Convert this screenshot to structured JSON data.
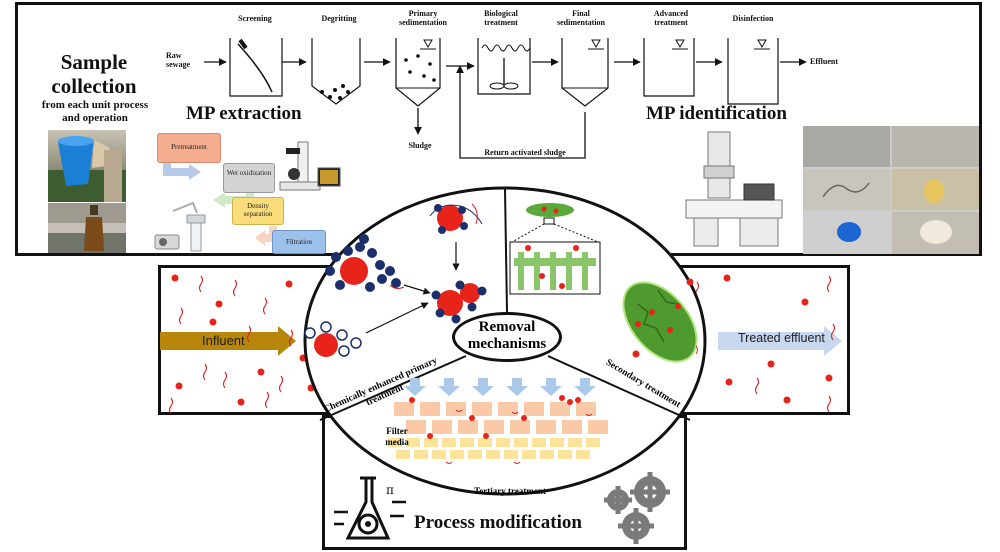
{
  "sample": {
    "title": "Sample collection",
    "subtitle_line1": "from each unit process",
    "subtitle_line2": "and operation"
  },
  "extraction": {
    "title": "MP extraction",
    "steps": [
      "Pretreatment",
      "Wet oxidization",
      "Density separation",
      "Filtration"
    ]
  },
  "identification": {
    "title": "MP identification"
  },
  "process": {
    "raw_sewage": "Raw sewage",
    "units": [
      "Screening",
      "Degritting",
      "Primary sedimentation",
      "Biological treatment",
      "Final sedimentation",
      "Advanced treatment",
      "Disinfection"
    ],
    "effluent": "Effluent",
    "sludge": "Sludge",
    "return_sludge": "Return activated sludge"
  },
  "mechanisms": {
    "center": "Removal mechanisms",
    "cept": "Chemically enhanced primary treatment",
    "secondary": "Secondary treatment",
    "tertiary": "Tertiary treatment",
    "filter_media": "Filter media"
  },
  "flow": {
    "influent": "Influent",
    "treated": "Treated effluent"
  },
  "modification": {
    "title": "Process modification"
  },
  "colors": {
    "particle": "#e8231a",
    "fiber": "#d42020",
    "influent_arrow": "#b8860b",
    "effluent_arrow": "#c8d8ee",
    "filter_peach": "#f9c9a8",
    "filter_yellow": "#fbe39a",
    "filter_arrow": "#a9c8ea",
    "bacteria": "#5aa83a",
    "coagulant": "#1a2f6b"
  }
}
